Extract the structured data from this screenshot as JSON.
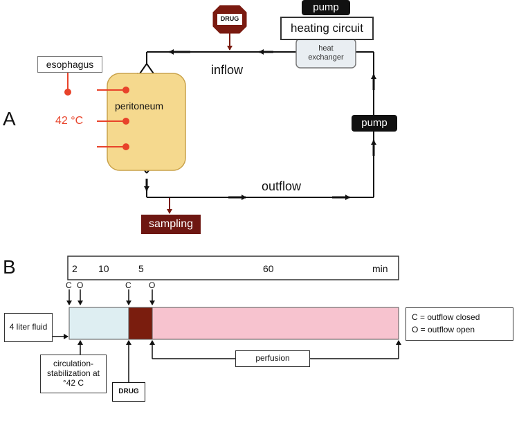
{
  "panel_a": {
    "letter": "A",
    "drug": "DRUG",
    "pump_top": "pump",
    "heating_circuit": "heating circuit",
    "heat_exchanger": "heat exchanger",
    "esophagus": "esophagus",
    "inflow": "inflow",
    "peritoneum": "peritoneum",
    "temperature": "42 °C",
    "pump_right": "pump",
    "outflow": "outflow",
    "sampling": "sampling"
  },
  "panel_b": {
    "letter": "B",
    "timeline": [
      "2",
      "10",
      "5",
      "60"
    ],
    "unit": "min",
    "markers": [
      "C",
      "O",
      "C",
      "O"
    ],
    "fluid": "4 liter fluid",
    "circulation": "circulation-stabilization at °42 C",
    "drug": "DRUG",
    "perfusion": "perfusion",
    "legend": [
      "C = outflow closed",
      "O = outflow open"
    ]
  },
  "colors": {
    "peritoneum_fill": "#f5d98e",
    "peritoneum_border": "#c9a24a",
    "heat_line": "#e8432a",
    "drug_red": "#7a1a10",
    "sampling_red": "#6e1712",
    "phase_circulation": "#deeef2",
    "phase_drug": "#7a1d0e",
    "phase_perfusion": "#f7c3cf"
  }
}
